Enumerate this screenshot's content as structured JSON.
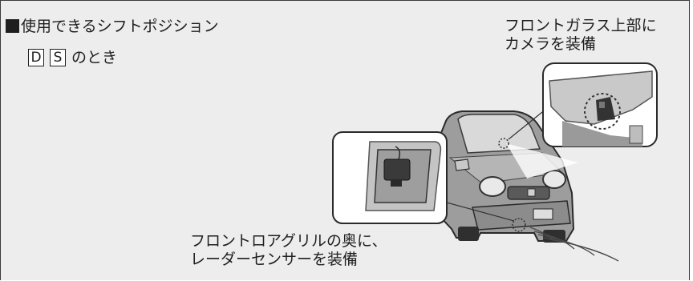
{
  "heading": {
    "bullet": "■",
    "text": "使用できるシフトポジション"
  },
  "shift": {
    "keys": [
      "D",
      "S"
    ],
    "suffix": "のとき"
  },
  "callouts": {
    "camera": {
      "line1": "フロントガラス上部に",
      "line2": "カメラを装備"
    },
    "radar": {
      "line1": "フロントロアグリルの奥に、",
      "line2": "レーダーセンサーを装備"
    }
  },
  "colors": {
    "panel": "#ededed",
    "border": "#3a3a3a",
    "text": "#1f1f1f"
  }
}
